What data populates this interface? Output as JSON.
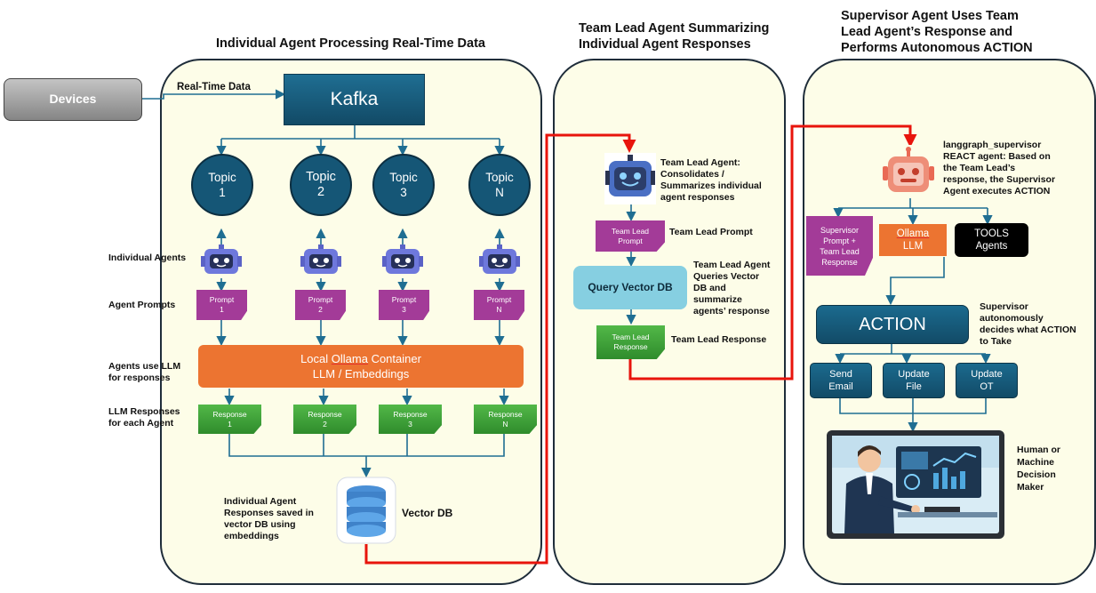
{
  "titles": {
    "panel1": "Individual Agent Processing Real-Time Data",
    "panel2_line1": "Team Lead Agent Summarizing",
    "panel2_line2": "Individual Agent Responses",
    "panel3_line1": "Supervisor Agent Uses Team",
    "panel3_line2": "Lead Agent’s Response and",
    "panel3_line3": "Performs Autonomous ACTION"
  },
  "devices": "Devices",
  "realtime_label": "Real-Time Data",
  "kafka": "Kafka",
  "topics": [
    {
      "line1": "Topic",
      "line2": "1"
    },
    {
      "line1": "Topic",
      "line2": "2"
    },
    {
      "line1": "Topic",
      "line2": "3"
    },
    {
      "line1": "Topic",
      "line2": "N"
    }
  ],
  "row_labels": {
    "individual_agents": "Individual Agents",
    "agent_prompts": "Agent Prompts",
    "agents_use_llm_1": "Agents use LLM",
    "agents_use_llm_2": "for responses",
    "llm_responses_1": "LLM Responses",
    "llm_responses_2": "for each Agent"
  },
  "prompts": [
    {
      "line1": "Prompt",
      "line2": "1"
    },
    {
      "line1": "Prompt",
      "line2": "2"
    },
    {
      "line1": "Prompt",
      "line2": "3"
    },
    {
      "line1": "Prompt",
      "line2": "N"
    }
  ],
  "ollama_container": {
    "prefix": "Local ",
    "brand": "Ollama",
    "suffix": " Container",
    "line2": "LLM / Embeddings"
  },
  "responses": [
    {
      "line1": "Response",
      "line2": "1"
    },
    {
      "line1": "Response",
      "line2": "2"
    },
    {
      "line1": "Response",
      "line2": "3"
    },
    {
      "line1": "Response",
      "line2": "N"
    }
  ],
  "vector_db_note": [
    "Individual Agent",
    "Responses saved in",
    "vector DB using",
    "embeddings"
  ],
  "vector_db": "Vector DB",
  "team_lead": {
    "agent_desc": [
      "Team Lead Agent:",
      "Consolidates /",
      "Summarizes individual",
      "agent responses"
    ],
    "prompt_doc": {
      "line1": "Team Lead",
      "line2": "Prompt"
    },
    "prompt_label": "Team Lead Prompt",
    "query_box": "Query Vector DB",
    "query_desc": [
      "Team Lead Agent",
      "Queries Vector",
      "DB and",
      "summarize",
      "agents’ response"
    ],
    "response_doc": {
      "line1": "Team Lead",
      "line2": "Response"
    },
    "response_label": "Team Lead Response"
  },
  "supervisor": {
    "desc": [
      "langgraph_supervisor",
      "REACT agent: Based on",
      "the Team Lead’s",
      "response, the Supervisor",
      "Agent executes ACTION"
    ],
    "prompt_doc": [
      "Supervisor",
      "Prompt +",
      "Team Lead",
      "Response"
    ],
    "ollama": {
      "line1": "Ollama",
      "line2": "LLM"
    },
    "tools": {
      "line1": "TOOLS",
      "line2": "Agents"
    },
    "action": "ACTION",
    "action_desc": [
      "Supervisor",
      "autonomously",
      "decides what ACTION",
      "to Take"
    ],
    "actions": [
      {
        "line1": "Send",
        "line2": "Email"
      },
      {
        "line1": "Update",
        "line2": "File"
      },
      {
        "line1": "Update",
        "line2": "OT"
      }
    ],
    "human_desc": [
      "Human or",
      "Machine",
      "Decision",
      "Maker"
    ]
  },
  "colors": {
    "panel_bg": "#fdfde8",
    "teal": "#155676",
    "orange": "#ec7431",
    "purple": "#a33b98",
    "green": "#3ea03a",
    "flow_red": "#e8140c",
    "connector_blue": "#1f6e92"
  }
}
